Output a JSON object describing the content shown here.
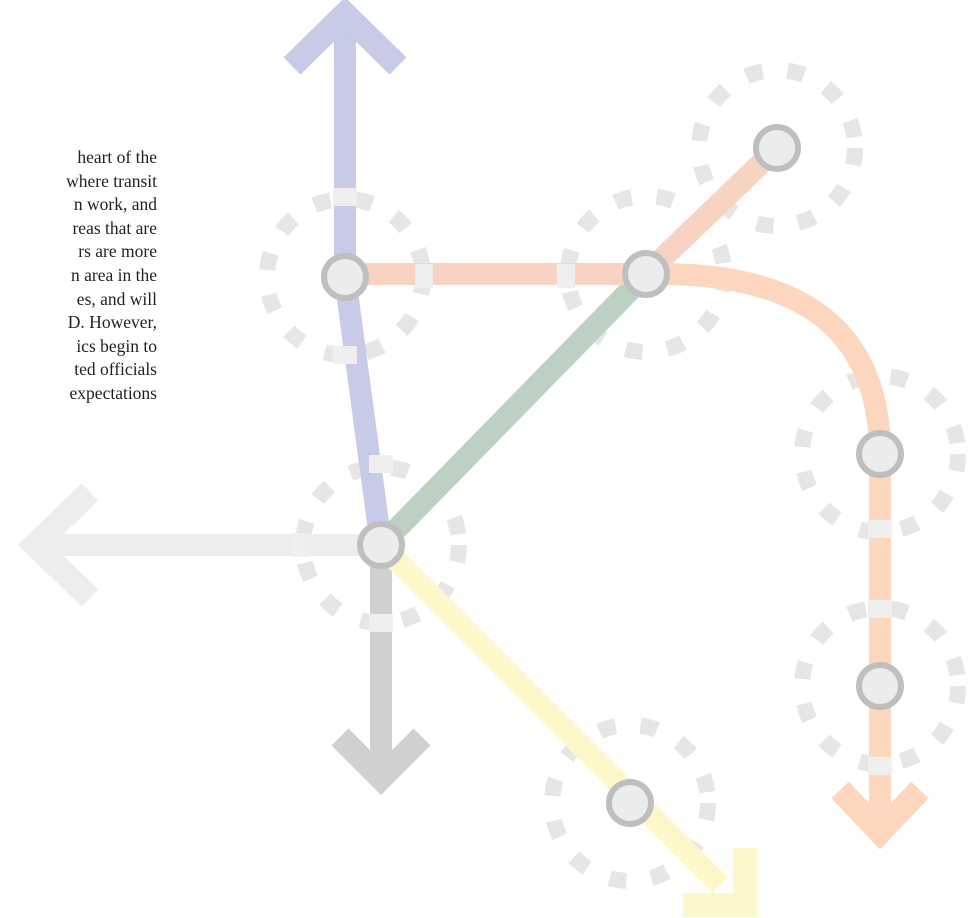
{
  "text_lines": [
    "heart of the",
    "where transit",
    "n work, and",
    "reas that are",
    "rs are more",
    "n area in the",
    "es, and will",
    "D. However,",
    "ics begin to",
    "ted officials",
    "expectations"
  ],
  "colors": {
    "blue_line": "#c7cbe8",
    "salmon_line": "#f9d3c2",
    "orange_line": "#fcd6bd",
    "green_line": "#bcd1c1",
    "yellow_line": "#fdf7c9",
    "gray_line": "#d0d0d1",
    "light_gray_line": "#eceeec",
    "station_fill": "#ebecec",
    "station_ring": "#bfbfbf",
    "dashed_halo": "#e6e6e6",
    "text": "#231f20"
  }
}
